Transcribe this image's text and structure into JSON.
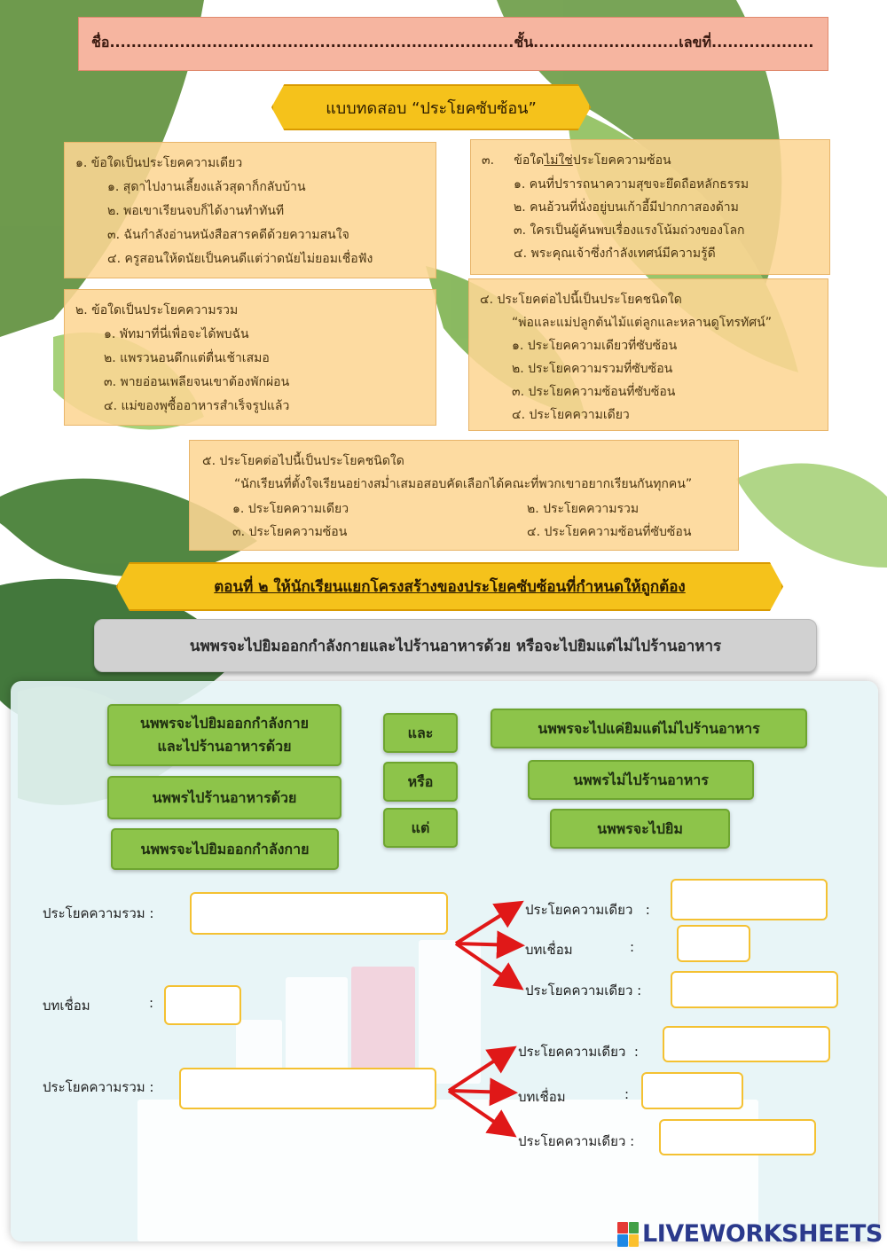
{
  "header": {
    "name_line": "ชื่อ...........................................................................ชั้น...........................เลขที่..................."
  },
  "title": "แบบทดสอบ “ประโยคซับซ้อน”",
  "questions": {
    "q1": {
      "prompt": "๑. ข้อใดเป็นประโยคความเดียว",
      "choices": [
        "๑. สุดาไปงานเลี้ยงแล้วสุดาก็กลับบ้าน",
        "๒. พอเขาเรียนจบก็ได้งานทำทันที",
        "๓. ฉันกำลังอ่านหนังสือสารคดีด้วยความสนใจ",
        "๔. ครูสอนให้ดนัยเป็นคนดีแต่ว่าดนัยไม่ยอมเชื่อฟัง"
      ]
    },
    "q2": {
      "prompt": "๒.   ข้อใดเป็นประโยคความรวม",
      "choices": [
        "๑. พัทมาที่นี่เพื่อจะได้พบฉัน",
        "๒. แพรวนอนดึกแต่ตื่นเช้าเสมอ",
        "๓. พายอ่อนเพลียจนเขาต้องพักผ่อน",
        "๔. แม่ของพุซื้ออาหารสำเร็จรูปแล้ว"
      ]
    },
    "q3": {
      "prompt_num": "๓.",
      "prompt_pre": "ข้อใด",
      "prompt_underlined": "ไม่ใช่",
      "prompt_post": "ประโยคความซ้อน",
      "choices": [
        "๑. คนที่ปรารถนาความสุขจะยึดถือหลักธรรม",
        "๒. คนอ้วนที่นั่งอยู่บนเก้าอี้มีปากกาสองด้าม",
        "๓. ใครเป็นผู้ค้นพบเรื่องแรงโน้มถ่วงของโลก",
        "๔. พระคุณเจ้าซึ่งกำลังเทศน์มีความรู้ดี"
      ]
    },
    "q4": {
      "prompt": "๔.   ประโยคต่อไปนี้เป็นประโยคชนิดใด",
      "quote": "“พ่อและแม่ปลูกต้นไม้แต่ลูกและหลานดูโทรทัศน์”",
      "choices": [
        "๑. ประโยคความเดียวที่ซับซ้อน",
        "๒. ประโยคความรวมที่ซับซ้อน",
        "๓. ประโยคความซ้อนที่ซับซ้อน",
        "๔. ประโยคความเดียว"
      ]
    },
    "q5": {
      "prompt": "๕. ประโยคต่อไปนี้เป็นประโยคชนิดใด",
      "quote": "“นักเรียนที่ตั้งใจเรียนอย่างสม่ำเสมอสอบคัดเลือกได้คณะที่พวกเขาอยากเรียนกันทุกคน”",
      "choices": [
        "๑. ประโยคความเดียว",
        "๒. ประโยคความรวม",
        "๓. ประโยคความซ้อน",
        "๔. ประโยคความซ้อนที่ซับซ้อน"
      ]
    }
  },
  "part2": {
    "banner": "ตอนที่ ๒ ให้นักเรียนแยกโครงสร้างของประโยคซับซ้อนที่กำหนดให้ถูกต้อง",
    "sentence": "นพพรจะไปยิมออกกำลังกายและไปร้านอาหารด้วย หรือจะไปยิมแต่ไม่ไปร้านอาหาร",
    "drag_items": {
      "left1_line1": "นพพรจะไปยิมออกกำลังกาย",
      "left1_line2": "และไปร้านอาหารด้วย",
      "left2": "นพพรไปร้านอาหารด้วย",
      "left3": "นพพรจะไปยิมออกกำลังกาย",
      "mid1": "และ",
      "mid2": "หรือ",
      "mid3": "แต่",
      "right1": "นพพรจะไปแค่ยิมแต่ไม่ไปร้านอาหาร",
      "right2": "นพพรไม่ไปร้านอาหาร",
      "right3": "นพพรจะไปยิม"
    },
    "labels": {
      "compound1": "ประโยคความรวม   :",
      "connector_left": "บทเชื่อม",
      "compound2": "ประโยคความรวม  :",
      "simple": "ประโยคความเดียว",
      "connector": "บทเชื่อม",
      "colon": ":"
    }
  },
  "footer": {
    "logo_text": "LIVEWORKSHEETS"
  },
  "colors": {
    "card_bg": "#fdd694",
    "banner_bg": "#f5c21b",
    "drag_green": "#8dc44a",
    "input_border": "#f4c132",
    "arrow_red": "#e01818",
    "logo_blue": "#2b3a8c"
  }
}
